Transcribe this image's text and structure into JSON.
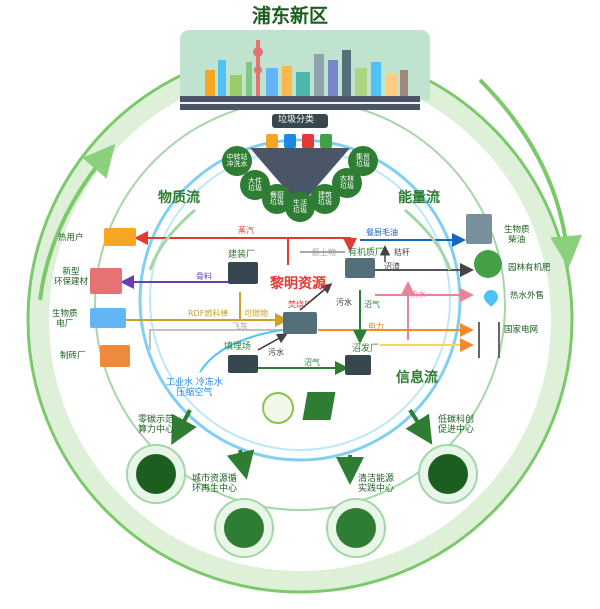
{
  "title": "浦东新区",
  "sorting": {
    "label": "垃圾分类",
    "categories": [
      "中转站\n冲洗水",
      "大件\n垃圾",
      "餐厨\n垃圾",
      "生活\n垃圾",
      "建筑\n垃圾",
      "农林\n垃圾",
      "集贸\n垃圾"
    ]
  },
  "flows": {
    "material": "物质流",
    "energy": "能量流",
    "info": "信息流"
  },
  "center": "黎明资源",
  "left_nodes": [
    "热用户",
    "新型\n环保建材",
    "生物质\n电厂",
    "制砖厂"
  ],
  "right_nodes": [
    "生物质\n柴油",
    "园林有机肥",
    "热水外售",
    "国家电网"
  ],
  "plants": {
    "decoration": "建装厂",
    "incinerator": "焚烧厂",
    "organic": "有机质厂",
    "landfill": "填埋场",
    "biogas": "沼发厂"
  },
  "edge_labels": {
    "steam": "蒸汽",
    "aggregate": "骨料",
    "rdf": "RDF燃料棒",
    "combustible": "可燃物",
    "fly_ash": "飞灰",
    "covering": "肠上物",
    "kitchen_oil": "餐厨毛油",
    "straw": "秸秆",
    "biogas_residue": "沼渣",
    "sewage1": "污水",
    "sewage2": "污水",
    "biogas1": "沼气",
    "biogas2": "沼气",
    "power": "电力",
    "hot_water": "热水"
  },
  "utilities": "工业水 冷冻水\n压缩空气",
  "bottom_centers": [
    "零碳示范\n算力中心",
    "城市资源循\n环再生中心",
    "清洁能源\n实践中心",
    "低碳科创\n促进中心"
  ],
  "colors": {
    "ring": "#8bd17c",
    "ring_dark": "#3aa53a",
    "blue": "#5ec0ee",
    "red": "#e53935",
    "purple": "#6a3fb5",
    "gold": "#c9a227",
    "orange": "#f28c28",
    "dark": "#555555"
  }
}
